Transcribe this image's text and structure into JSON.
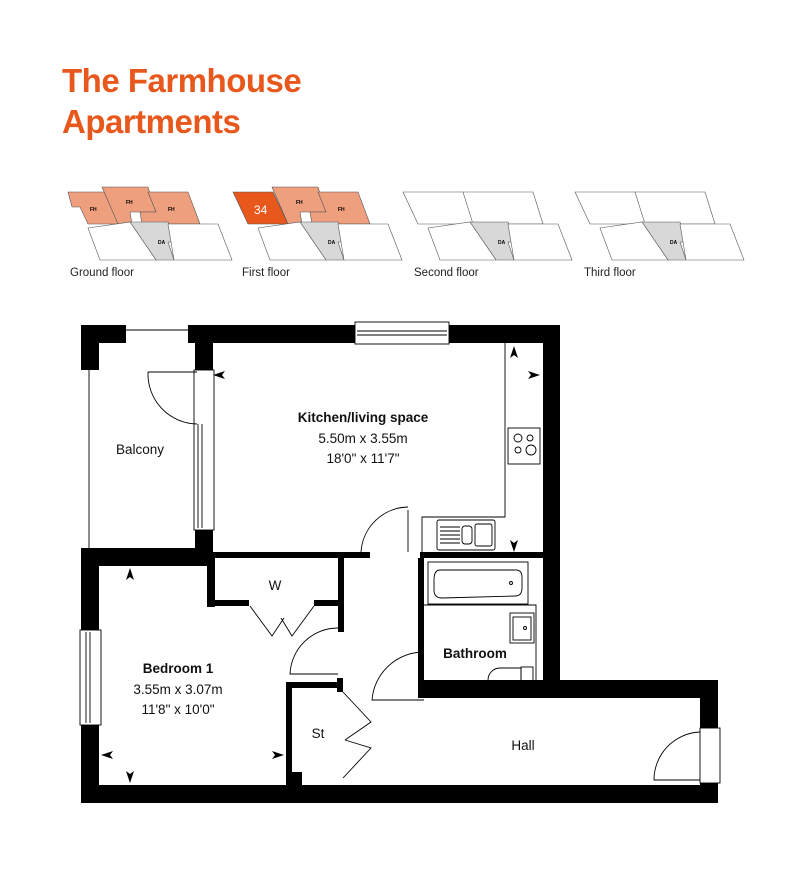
{
  "header": {
    "title_line1": "The Farmhouse",
    "title_line2": "Apartments",
    "brand_color": "#e8581c"
  },
  "key_plans": {
    "selected_unit_color": "#e8581c",
    "farmhouse_color": "#eea07e",
    "shared_core_color": "#d8d8d8",
    "floors": [
      {
        "label": "Ground floor",
        "blocks": [
          "FH",
          "FH",
          "FH"
        ],
        "core": "DA",
        "highlight": null
      },
      {
        "label": "First floor",
        "blocks": [
          "34",
          "FH",
          "FH"
        ],
        "core": "DA",
        "highlight": "34"
      },
      {
        "label": "Second floor",
        "blocks": [],
        "core": "DA",
        "highlight": null
      },
      {
        "label": "Third floor",
        "blocks": [],
        "core": "DA",
        "highlight": null
      }
    ]
  },
  "floorplan": {
    "rooms": [
      {
        "name": "Kitchen/living space",
        "metric": "5.50m x 3.55m",
        "imperial": "18'0\" x 11'7\""
      },
      {
        "name": "Balcony"
      },
      {
        "name": "Bedroom 1",
        "metric": "3.55m x 3.07m",
        "imperial": "11'8\" x 10'0\""
      },
      {
        "name": "W"
      },
      {
        "name": "Bathroom"
      },
      {
        "name": "St"
      },
      {
        "name": "Hall"
      }
    ]
  }
}
